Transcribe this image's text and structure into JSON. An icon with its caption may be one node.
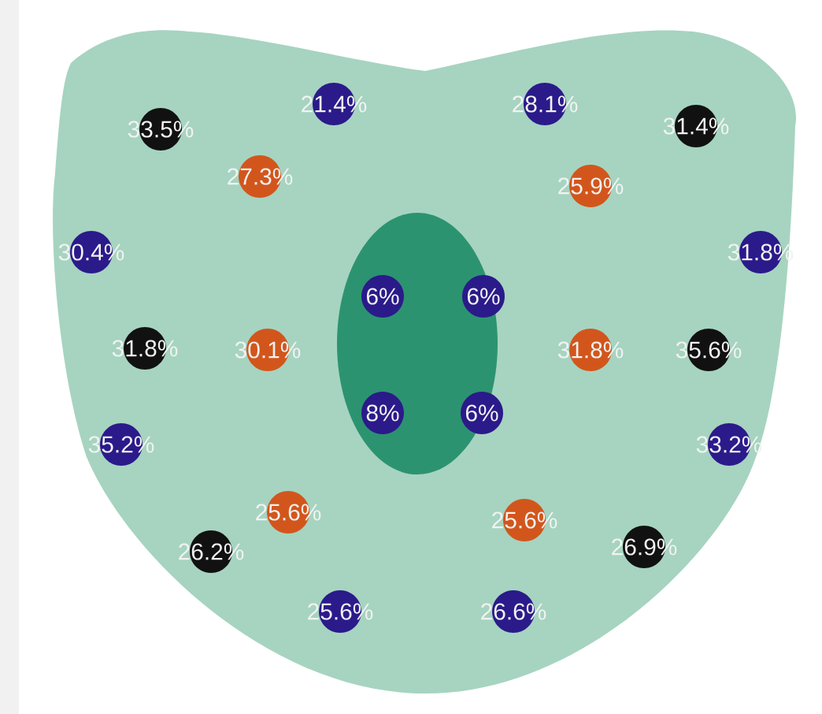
{
  "diagram": {
    "nodes": [
      {
        "text": [],
        "shape": "shield"
      },
      {
        "text": [],
        "shape": "ellipse",
        "in": 0
      },
      {
        "text": [
          "21.4%"
        ],
        "in": 0
      },
      {
        "text": [
          "28.1%"
        ],
        "in": 0
      },
      {
        "text": [
          "33.5%"
        ],
        "in": 0
      },
      {
        "text": [
          "31.4%"
        ],
        "in": 0
      },
      {
        "text": [
          "27.3%"
        ],
        "in": 0
      },
      {
        "text": [
          "25.9%"
        ],
        "in": 0
      },
      {
        "text": [
          "30.4%"
        ],
        "in": 0
      },
      {
        "text": [
          "31.8%"
        ],
        "in": 0
      },
      {
        "text": [
          "6%"
        ],
        "in": 1
      },
      {
        "text": [
          "6%"
        ],
        "in": 1
      },
      {
        "text": [
          "31.8%"
        ],
        "in": 0
      },
      {
        "text": [
          "30.1%"
        ],
        "in": 0
      },
      {
        "text": [
          "31.8%"
        ],
        "in": 0
      },
      {
        "text": [
          "35.6%"
        ],
        "in": 0
      },
      {
        "text": [
          "8%"
        ],
        "in": 1
      },
      {
        "text": [
          "6%"
        ],
        "in": 1
      },
      {
        "text": [
          "35.2%"
        ],
        "in": 0
      },
      {
        "text": [
          "33.2%"
        ],
        "in": 0
      },
      {
        "text": [
          "25.6%"
        ],
        "in": 0
      },
      {
        "text": [
          "25.6%"
        ],
        "in": 0
      },
      {
        "text": [
          "26.2%"
        ],
        "in": 0
      },
      {
        "text": [
          "26.9%"
        ],
        "in": 0
      },
      {
        "text": [
          "25.6%"
        ],
        "in": 0
      },
      {
        "text": [
          "26.6%"
        ],
        "in": 0
      }
    ]
  }
}
